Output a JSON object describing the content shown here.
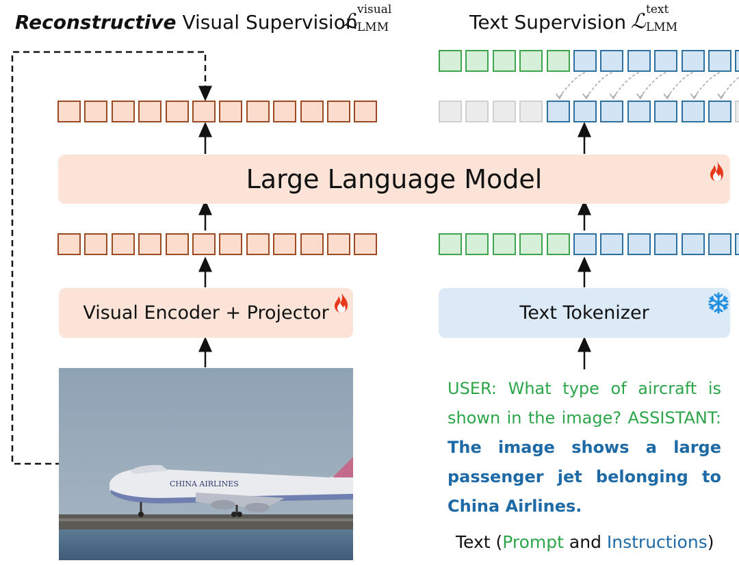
{
  "titles": {
    "left_emph": "Reconstructive",
    "left_rest": "Visual Supervision",
    "left_loss_symbol": "ℒ",
    "left_loss_sup": "visual",
    "left_loss_sub": "LMM",
    "right_text": "Text Supervision",
    "right_loss_symbol": "ℒ",
    "right_loss_sup": "text",
    "right_loss_sub": "LMM"
  },
  "boxes": {
    "llm": "Large Language Model",
    "encoder": "Visual Encoder + Projector",
    "tokenizer": "Text Tokenizer"
  },
  "icons": {
    "llm_badge": "fire-icon",
    "encoder_badge": "fire-icon",
    "tokenizer_badge": "snowflake-icon"
  },
  "dialogue": {
    "user_line": "USER: What type of aircraft is shown in the image?",
    "assistant_prefix": "ASSISTANT:",
    "assistant_answer": "The image shows a large passenger jet belonging to China Airlines."
  },
  "caption": {
    "prefix": "Text (",
    "prompt": "Prompt",
    "and": " and ",
    "instructions": "Instructions",
    "suffix": ")"
  },
  "image": {
    "airline_text": "CHINA AIRLINES"
  },
  "colors": {
    "visual_token_border": "#9c4a22",
    "visual_token_fill": "#fbdccd",
    "prompt_token_border": "#3fa34d",
    "answer_token_border": "#2d6f9e",
    "masked_token_border": "#cfcfcf",
    "llm_box": "#fbe3d8",
    "tokenizer_box": "#dce9f6"
  }
}
